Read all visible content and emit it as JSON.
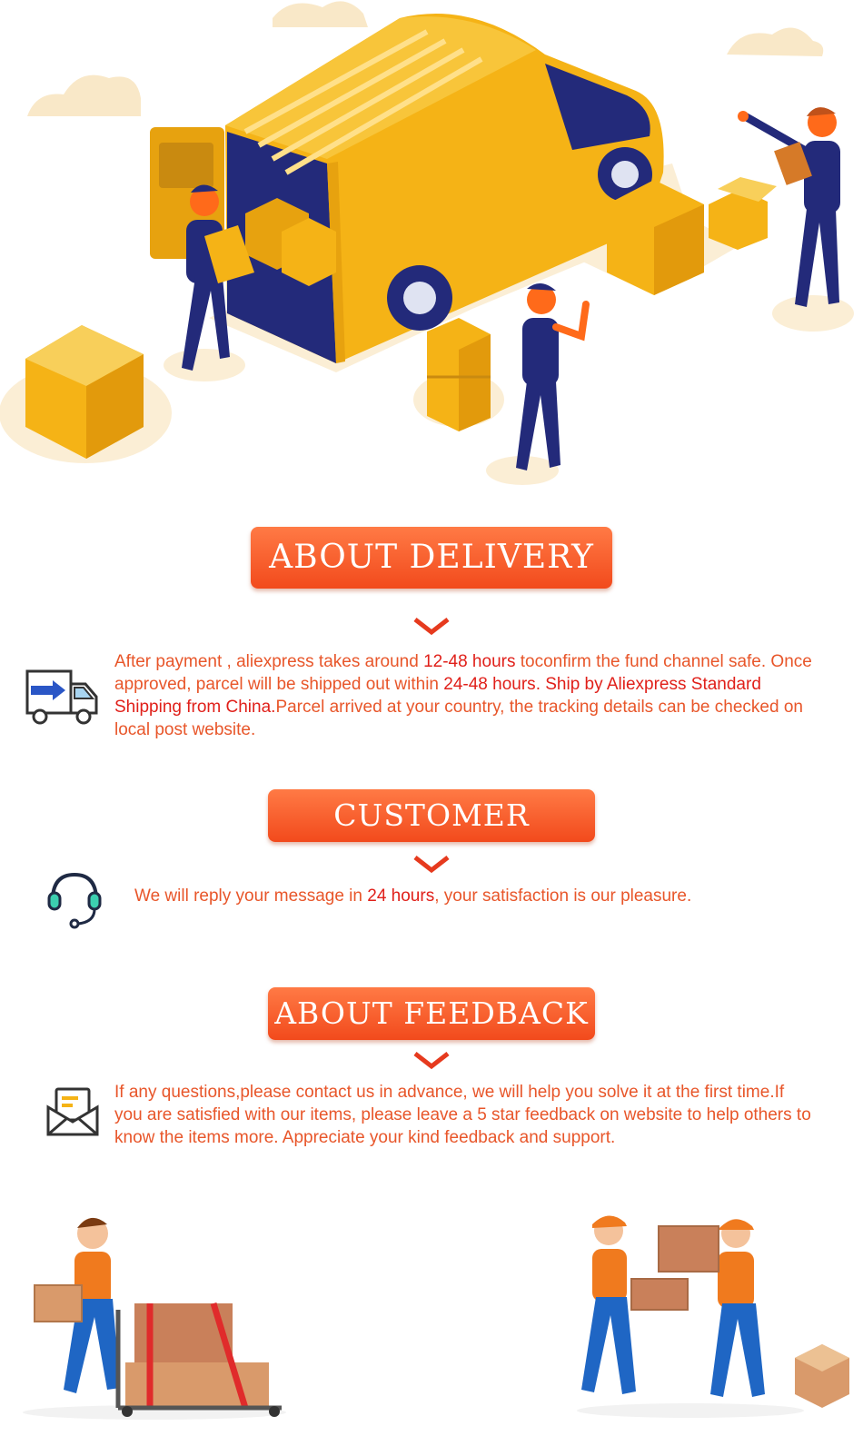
{
  "colors": {
    "accent": "#f24a1c",
    "text": "#e8562a",
    "highlight": "#e0201a",
    "van": "#f5b316",
    "navy": "#232a7a"
  },
  "hero": {
    "icon": "delivery-van-illustration"
  },
  "delivery": {
    "title": "ABOUT DELIVERY",
    "icon": "truck-icon",
    "p1": "After payment , aliexpress takes around ",
    "h1": "12-48 hours",
    "p2": " toconfirm the fund channel safe. Once approved, parcel will be shipped out within ",
    "h2": "24-48 hours",
    "p3": ". Ship by Aliexpress Standard Shipping from China.",
    "p4": "Parcel arrived at your country, the tracking details can be checked on local post website."
  },
  "service": {
    "title": "CUSTOMER SERVICE",
    "icon": "headset-icon",
    "p1": "We will reply your message in ",
    "h1": "24 hours",
    "p2": ",  your satisfaction is our pleasure."
  },
  "feedback": {
    "title": "ABOUT FEEDBACK",
    "icon": "mail-icon",
    "text": "If any questions,please contact us in advance, we will help you solve it at the first time.If you are satisfied with our items, please leave a 5 star feedback on website to help others to know the items more. Appreciate your kind feedback and support."
  }
}
